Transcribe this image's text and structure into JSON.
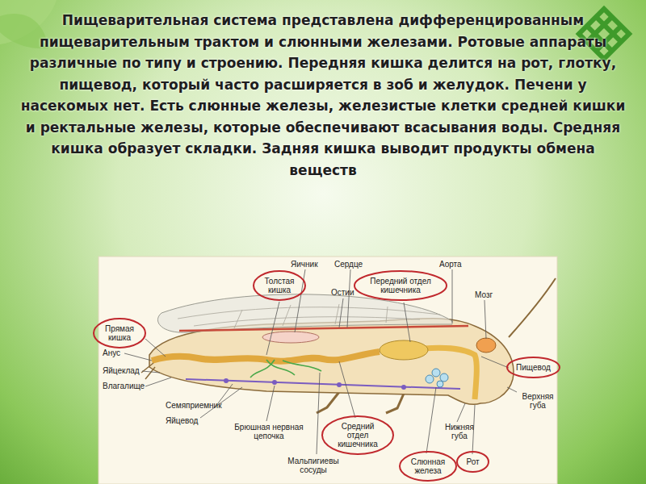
{
  "diagram": {
    "title": "Пищеварительная система представлена дифференцированным пищеварительным трактом и слюнными железами. Ротовые аппараты различные по типу и строению. Передняя кишка делится на рот, глотку, пищевод, который часто расширяется в зоб и желудок. Печени у насекомых нет. Есть слюнные железы, железистые клетки средней кишки и ректальные железы, которые обеспечивают всасывания воды. Средняя кишка образует складки. Задняя кишка выводит продукты обмена веществ",
    "nodes": [
      {
        "text": [
          "Толстая кишка"
        ]
      },
      {
        "text": [
          "Передний отдел кишечника"
        ]
      },
      {
        "text": [
          "Прямая кишка"
        ]
      },
      {
        "text": [
          "Пищевод"
        ]
      },
      {
        "text": [
          "Средний отдел кишечника"
        ]
      },
      {
        "text": [
          "Слюнная железа"
        ]
      },
      {
        "text": [
          "Рот"
        ]
      }
    ],
    "edges": [],
    "labels": [
      "Яичник",
      "Сердце",
      "Аорта",
      "Остии",
      "Мозг",
      "Анус",
      "Яйцеклад",
      "Влагалище",
      "Верхняя губа",
      "Семяприемник",
      "Яйцевод",
      "Брюшная нервная цепочка",
      "Нижняя губа",
      "Мальпигиевы сосуды"
    ]
  }
}
